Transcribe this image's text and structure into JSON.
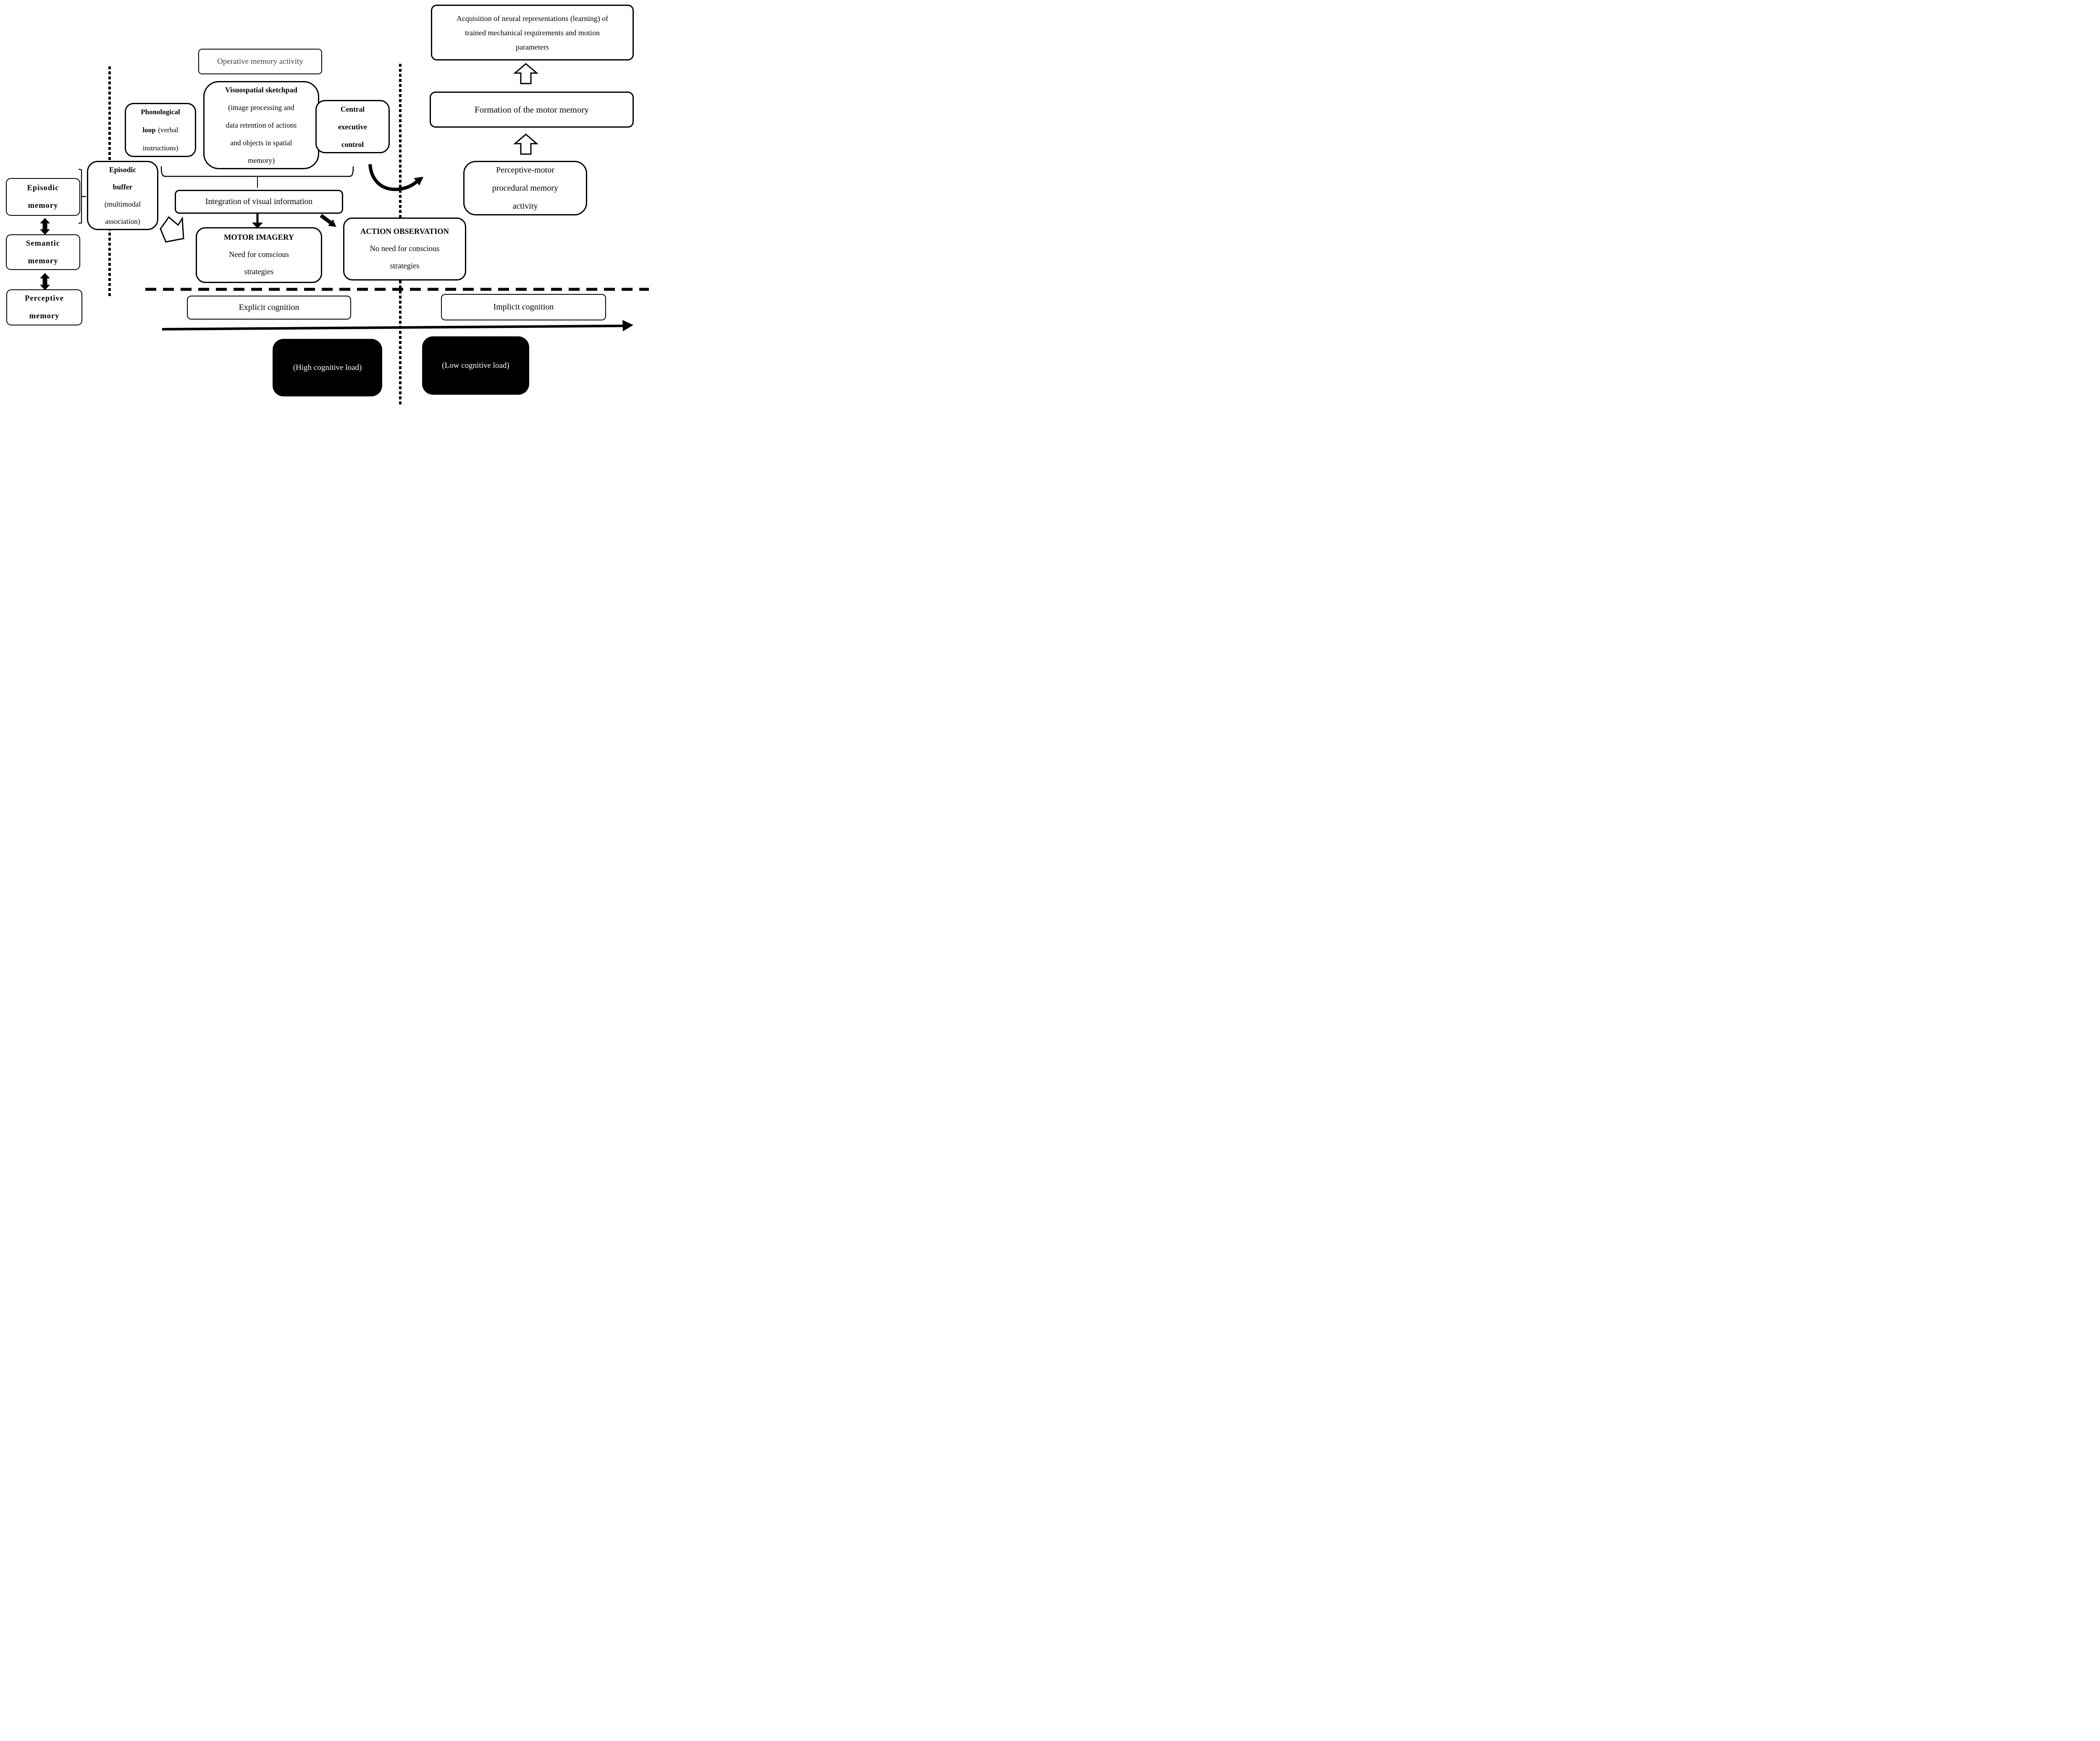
{
  "colors": {
    "ink": "#000000",
    "background": "#ffffff",
    "operative_text": "#3f3f3f",
    "load_box_bg": "#000000",
    "load_box_text": "#ffffff"
  },
  "nodes": {
    "operative": {
      "label": "Operative memory activity"
    },
    "phonological": {
      "bold1": "Phonological",
      "bold2": "loop",
      "rest2": "(verbal",
      "line3": "instructions)"
    },
    "visuospatial": {
      "title": "Visuospatial sketchpad",
      "body": "(image processing and\ndata retention of actions\nand objects in spatial\nmemory)"
    },
    "central": {
      "label": "Central\nexecutive\ncontrol"
    },
    "buffer": {
      "title": "Episodic\nbuffer",
      "body": "(multimodal\nassociation)"
    },
    "episodic_memory": {
      "label": "Episodic\nmemory"
    },
    "semantic_memory": {
      "label": "Semantic\nmemory"
    },
    "perceptive_memory": {
      "label": "Perceptive\nmemory"
    },
    "integration": {
      "label": "Integration of visual information"
    },
    "motor_imagery": {
      "title": "MOTOR IMAGERY",
      "body": "Need for conscious\nstrategies"
    },
    "action_observation": {
      "title": "ACTION OBSERVATION",
      "body": "No need for conscious\nstrategies"
    },
    "explicit": {
      "label": "Explicit cognition"
    },
    "implicit": {
      "label": "Implicit cognition"
    },
    "high_load": {
      "label": "(High cognitive load)"
    },
    "low_load": {
      "label": "(Low cognitive load)"
    },
    "acquisition": {
      "label": "Acquisition of neural representations (learning) of\ntrained mechanical requirements and motion\nparameters"
    },
    "formation": {
      "label": "Formation of the motor memory"
    },
    "perceptive_motor": {
      "label": "Perceptive-motor\nprocedural memory\nactivity"
    }
  }
}
